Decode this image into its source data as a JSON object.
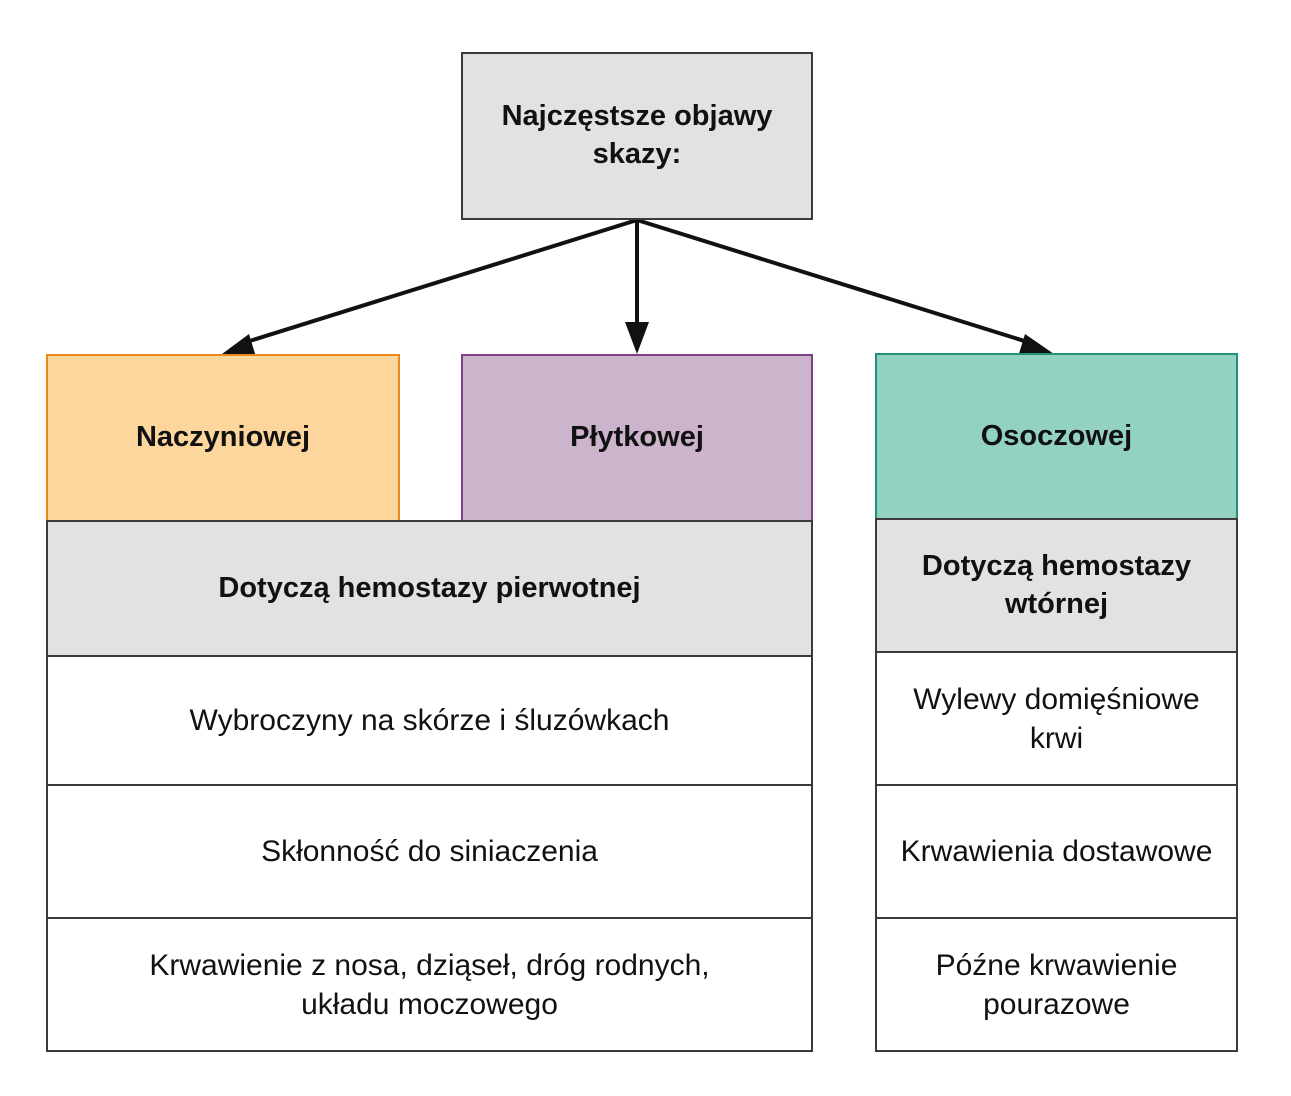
{
  "root": {
    "label": "Najczęstsze objawy skazy:"
  },
  "categories": [
    {
      "label": "Naczyniowej",
      "fill": "#fdd69d",
      "stroke": "#e68a1f"
    },
    {
      "label": "Płytkowej",
      "fill": "#ccb4cc",
      "stroke": "#7d3f86"
    },
    {
      "label": "Osoczowej",
      "fill": "#93d1c3",
      "stroke": "#239178"
    }
  ],
  "primary": {
    "header": "Dotyczą hemostazy pierwotnej",
    "items": [
      "Wybroczyny na skórze i śluzówkach",
      "Skłonność do siniaczenia",
      "Krwawienie z nosa, dziąseł, dróg rodnych, układu moczowego"
    ]
  },
  "secondary": {
    "header": "Dotyczą hemostazy wtórnej",
    "items": [
      "Wylewy domięśniowe krwi",
      "Krwawienia dostawowe",
      "Późne krwawienie pourazowe"
    ]
  },
  "colors": {
    "header_fill": "#e2e2e2",
    "line": "#111111",
    "border": "#3a3a3a"
  }
}
